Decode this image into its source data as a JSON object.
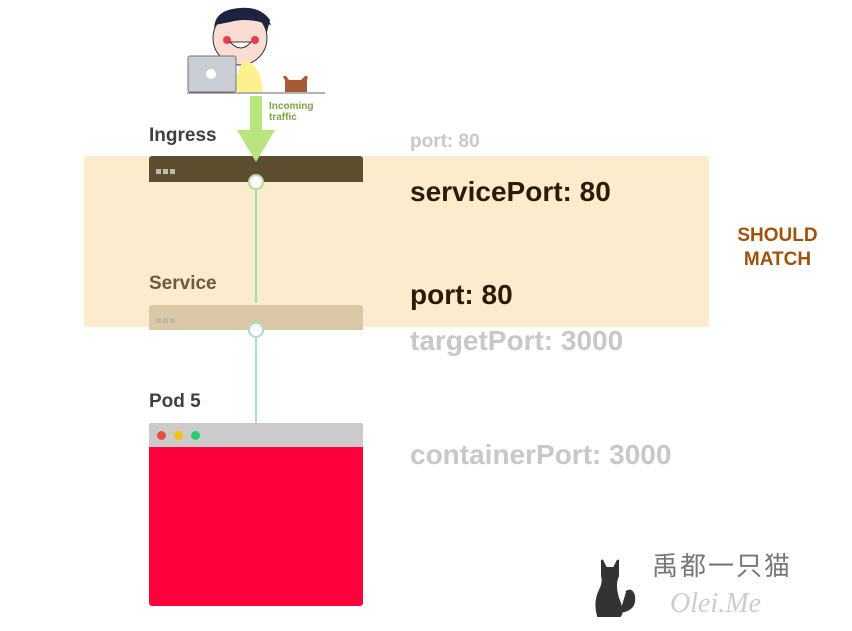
{
  "incoming": {
    "label_line1": "Incoming",
    "label_line2": "traffic"
  },
  "ingress": {
    "label": "Ingress"
  },
  "service": {
    "label": "Service"
  },
  "pod": {
    "label": "Pod 5"
  },
  "ports": {
    "ingress_port": "port: 80",
    "service_port": "servicePort: 80",
    "port": "port: 80",
    "target_port": "targetPort: 3000",
    "container_port": "containerPort: 3000"
  },
  "match_note": {
    "line1": "SHOULD",
    "line2": "MATCH"
  },
  "watermark": {
    "chinese": "禹都一只猫",
    "latin": "Olei.Me"
  },
  "colors": {
    "highlight": "#fdeacb",
    "ingress_bar": "#5e4e30",
    "pod_body": "#ff003c",
    "match": "#a0520a",
    "arrow": "#b7e67f"
  }
}
